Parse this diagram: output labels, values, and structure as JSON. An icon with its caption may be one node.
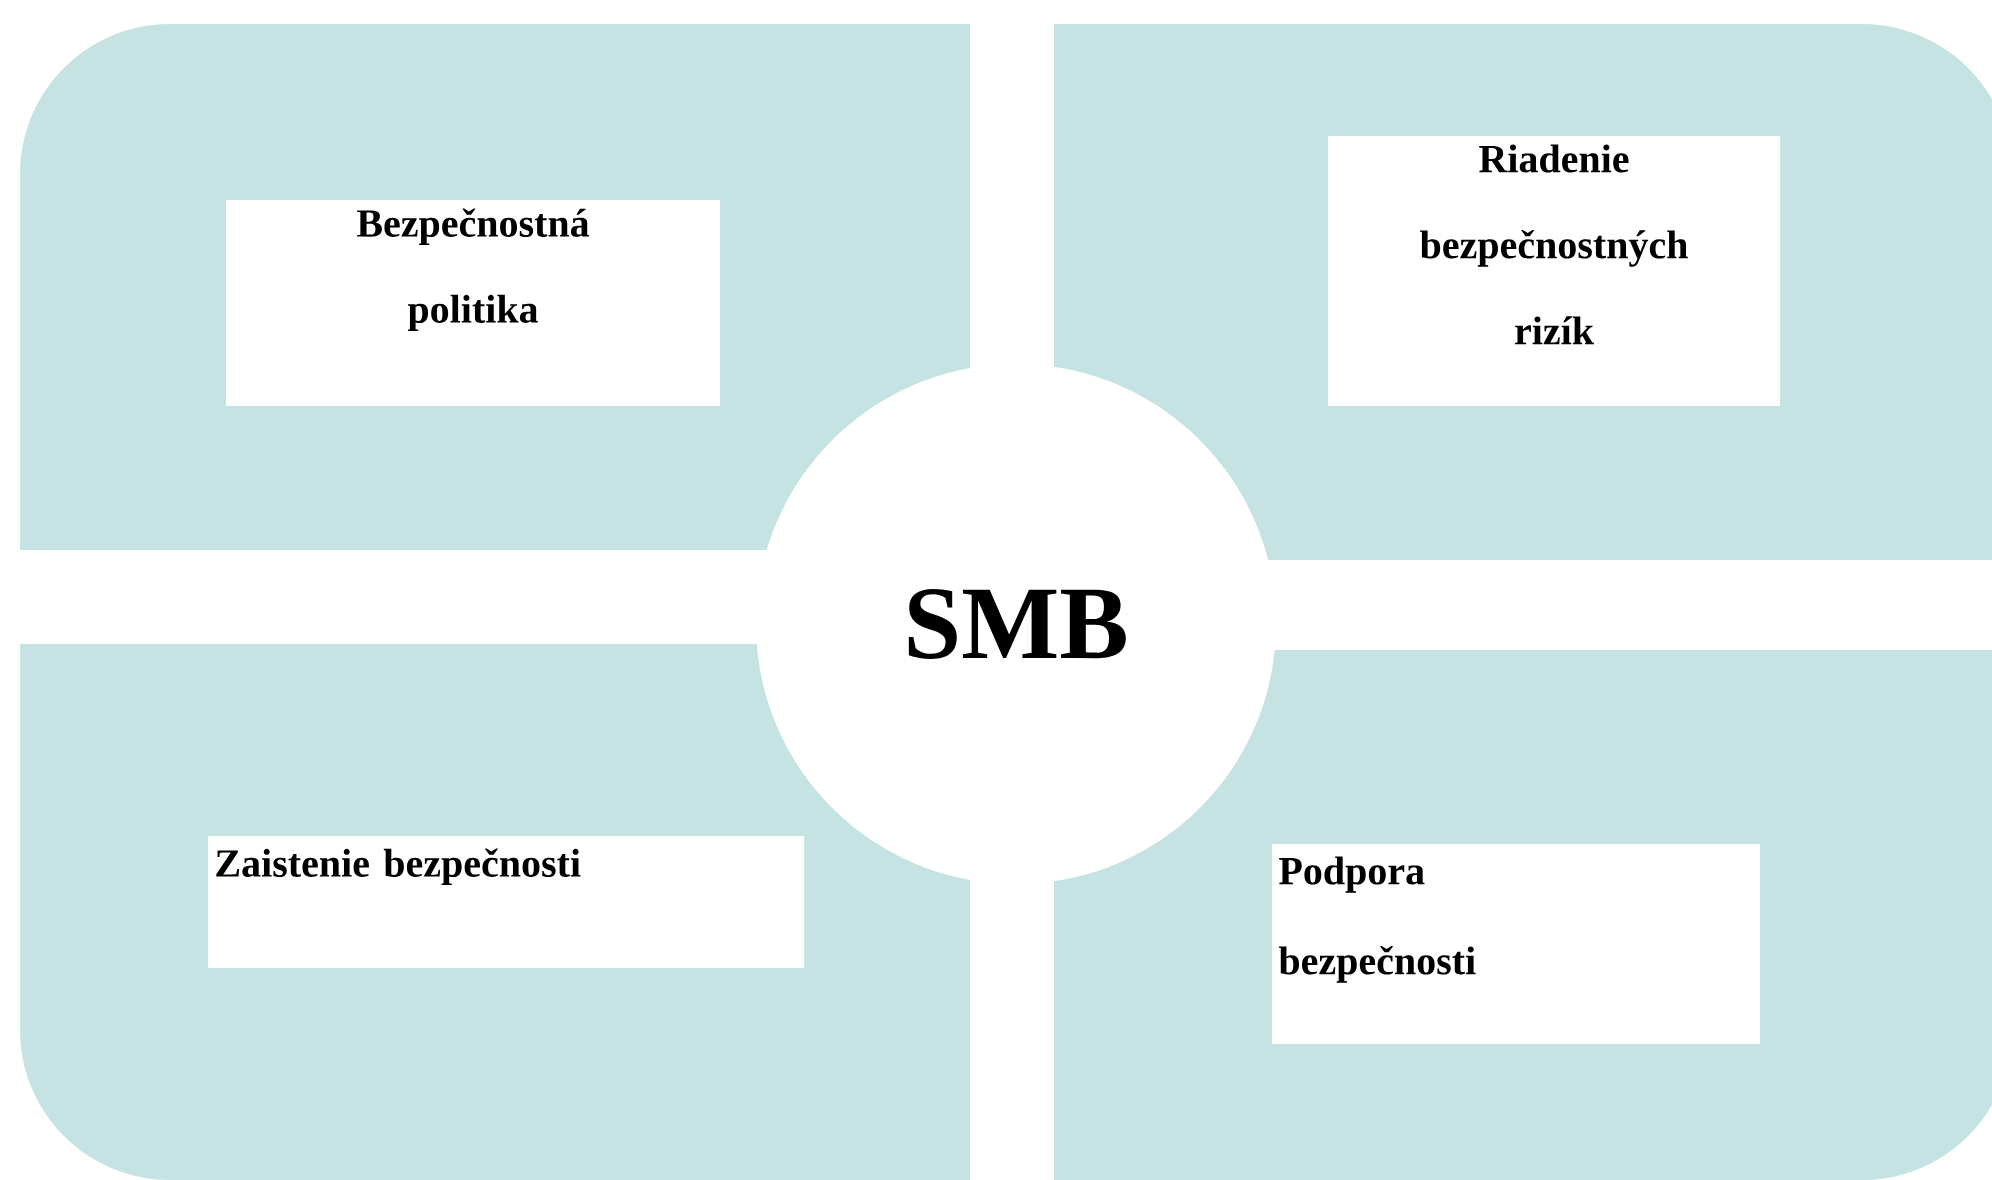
{
  "diagram": {
    "nodes": [
      {
        "text": [],
        "shape": "box"
      },
      {
        "text": [
          "Bezpečnostná politika"
        ],
        "in": 0
      },
      {
        "text": [],
        "shape": "box"
      },
      {
        "text": [
          "Riadenie bezpečnostných rizík"
        ],
        "in": 2
      },
      {
        "text": [
          "SMB"
        ]
      },
      {
        "text": [],
        "shape": "box"
      },
      {
        "text": [
          "Zaistenie bezpečnosti"
        ],
        "in": 5
      },
      {
        "text": [],
        "shape": "box"
      },
      {
        "text": [
          "Podpora bezpečnosti"
        ],
        "in": 7
      }
    ]
  }
}
